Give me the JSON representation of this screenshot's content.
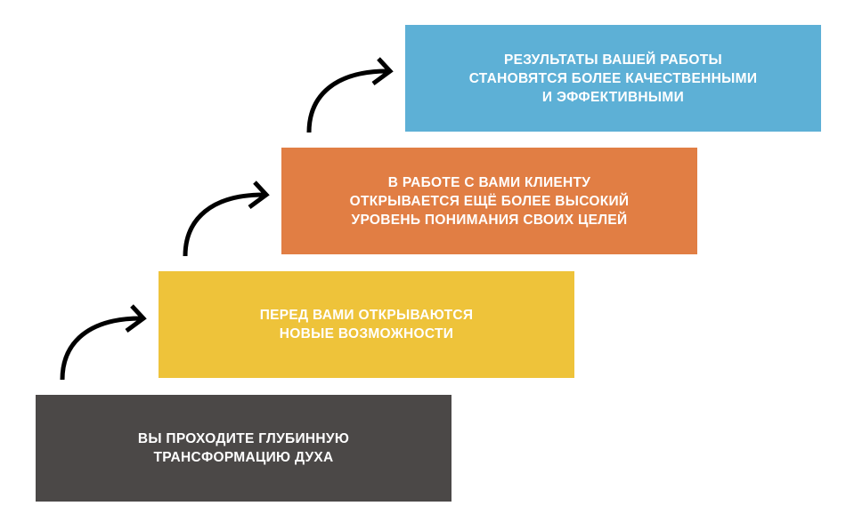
{
  "steps": [
    {
      "text": "ВЫ ПРОХОДИТЕ ГЛУБИННУЮ\nТРАНСФОРМАЦИЮ ДУХА",
      "color": "#4B4847"
    },
    {
      "text": "ПЕРЕД ВАМИ ОТКРЫВАЮТСЯ\nНОВЫЕ ВОЗМОЖНОСТИ",
      "color": "#EEC33A"
    },
    {
      "text": "В РАБОТЕ С ВАМИ КЛИЕНТУ\nОТКРЫВАЕТСЯ ЕЩЁ БОЛЕЕ ВЫСОКИЙ\nУРОВЕНЬ ПОНИМАНИЯ СВОИХ ЦЕЛЕЙ",
      "color": "#E17E44"
    },
    {
      "text": "РЕЗУЛЬТАТЫ ВАШЕЙ РАБОТЫ\nСТАНОВЯТСЯ БОЛЕЕ КАЧЕСТВЕННЫМИ\nИ ЭФФЕКТИВНЫМИ",
      "color": "#5DB0D6"
    }
  ]
}
